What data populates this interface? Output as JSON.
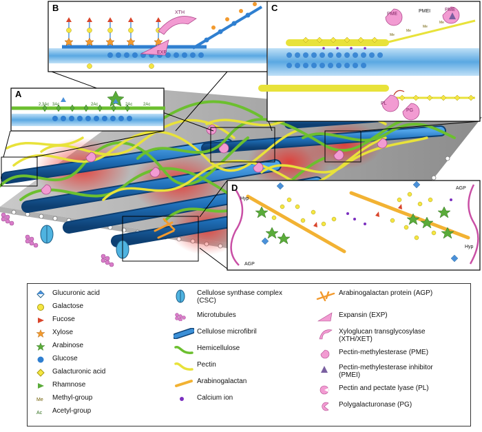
{
  "panels": {
    "a": {
      "letter": "A",
      "annotations": [
        "2,3Ac",
        "3Ac",
        "2Ac",
        "2Ac",
        "2Ac"
      ]
    },
    "b": {
      "letter": "B",
      "labels": {
        "xth": "XTH",
        "exp": "EXP"
      }
    },
    "c": {
      "letter": "C",
      "labels": {
        "pme": "PME",
        "pmei": "PMEI",
        "pme2": "PME",
        "pl": "PL",
        "pg": "PG",
        "me": "Me"
      }
    },
    "d": {
      "letter": "D",
      "labels": {
        "hyp_left": "Hyp",
        "hyp_right": "Hyp",
        "agp_left": "AGP",
        "agp_right": "AGP"
      }
    }
  },
  "legend": {
    "col1": [
      {
        "icon": "glucuronic-acid-icon",
        "label": "Glucuronic acid"
      },
      {
        "icon": "galactose-icon",
        "label": "Galactose"
      },
      {
        "icon": "fucose-icon",
        "label": "Fucose"
      },
      {
        "icon": "xylose-icon",
        "label": "Xylose"
      },
      {
        "icon": "arabinose-icon",
        "label": "Arabinose"
      },
      {
        "icon": "glucose-icon",
        "label": "Glucose"
      },
      {
        "icon": "galacturonic-acid-icon",
        "label": "Galacturonic acid"
      },
      {
        "icon": "rhamnose-icon",
        "label": "Rhamnose"
      },
      {
        "icon": "methyl-group-icon",
        "label": "Methyl-group",
        "abbr": "Me"
      },
      {
        "icon": "acetyl-group-icon",
        "label": "Acetyl-group",
        "abbr": "Ac"
      }
    ],
    "col2": [
      {
        "icon": "csc-icon",
        "label": "Cellulose synthase complex\n(CSC)"
      },
      {
        "icon": "microtubules-icon",
        "label": "Microtubules"
      },
      {
        "icon": "cellulose-microfibril-icon",
        "label": "Cellulose microfibril"
      },
      {
        "icon": "hemicellulose-icon",
        "label": "Hemicellulose"
      },
      {
        "icon": "pectin-icon",
        "label": "Pectin"
      },
      {
        "icon": "arabinogalactan-icon",
        "label": "Arabinogalactan"
      },
      {
        "icon": "calcium-ion-icon",
        "label": "Calcium ion"
      }
    ],
    "col3": [
      {
        "icon": "agp-icon",
        "label": "Arabinogalactan protein (AGP)"
      },
      {
        "icon": "expansin-icon",
        "label": "Expansin (EXP)"
      },
      {
        "icon": "xth-icon",
        "label": "Xyloglucan transglycosylase\n(XTH/XET)"
      },
      {
        "icon": "pme-icon",
        "label": "Pectin-methylesterase (PME)"
      },
      {
        "icon": "pmei-icon",
        "label": "Pectin-methylesterase inhibitor\n(PMEI)"
      },
      {
        "icon": "pl-icon",
        "label": "Pectin and pectate lyase (PL)"
      },
      {
        "icon": "pg-icon",
        "label": "Polygalacturonase (PG)"
      }
    ]
  },
  "colors": {
    "glucuronic": "#4a90d9",
    "galactose": "#f5e642",
    "fucose": "#d9452b",
    "xylose": "#f29a2e",
    "arabinose": "#5aab3a",
    "glucose": "#2f7fd0",
    "galacturonic": "#f5e642",
    "rhamnose": "#5aab3a",
    "cellulose": "#1f6fb8",
    "hemicellulose": "#6cbf2f",
    "pectin": "#e8e23a",
    "enzyme": "#f29bd2",
    "calcium": "#7b2fbf",
    "membrane": "#9aa0a6"
  }
}
